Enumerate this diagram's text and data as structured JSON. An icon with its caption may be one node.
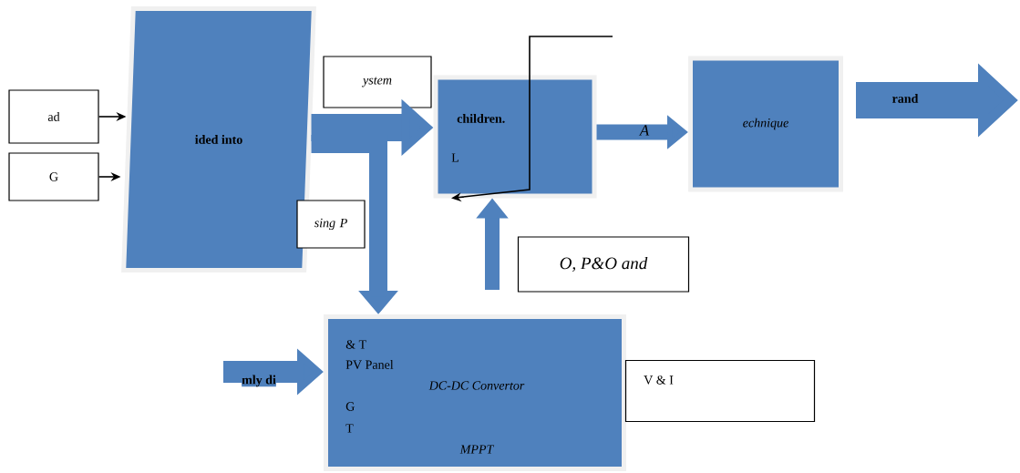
{
  "diagram": {
    "nodes": [
      {
        "text": [
          "ad"
        ]
      },
      {
        "text": [
          "G"
        ]
      },
      {
        "text": [
          "ided into"
        ]
      },
      {
        "text": [
          "ystem"
        ]
      },
      {
        "text": [
          "children.",
          "L"
        ]
      },
      {
        "text": [
          "echnique"
        ]
      },
      {
        "text": [
          "sing P"
        ]
      },
      {
        "text": [
          "O, P&O and"
        ]
      },
      {
        "text": [
          "& T",
          "PV Panel",
          "DC-DC Convertor",
          "G",
          "T",
          "MPPT"
        ]
      },
      {
        "text": [
          "V & I"
        ]
      }
    ],
    "edges": [
      {
        "from": 0,
        "to": 2,
        "arrow": "to",
        "color": "#000000"
      },
      {
        "from": 1,
        "to": 2,
        "arrow": "to",
        "color": "#000000"
      },
      {
        "from": 2,
        "to": 4,
        "arrow": "to"
      },
      {
        "from": 2,
        "to": 8,
        "arrow": "to"
      },
      {
        "from": 4,
        "to": 5,
        "arrow": "to",
        "label": "A"
      },
      {
        "from": 5,
        "to": null,
        "arrow": "to",
        "label": "rand",
        "style": "thick"
      },
      {
        "from": null,
        "to": 8,
        "arrow": "to",
        "label": "mly di"
      },
      {
        "from": null,
        "to": 4,
        "arrow": "to"
      },
      {
        "from": null,
        "to": 4,
        "arrow": "to",
        "color": "#000000"
      }
    ]
  }
}
